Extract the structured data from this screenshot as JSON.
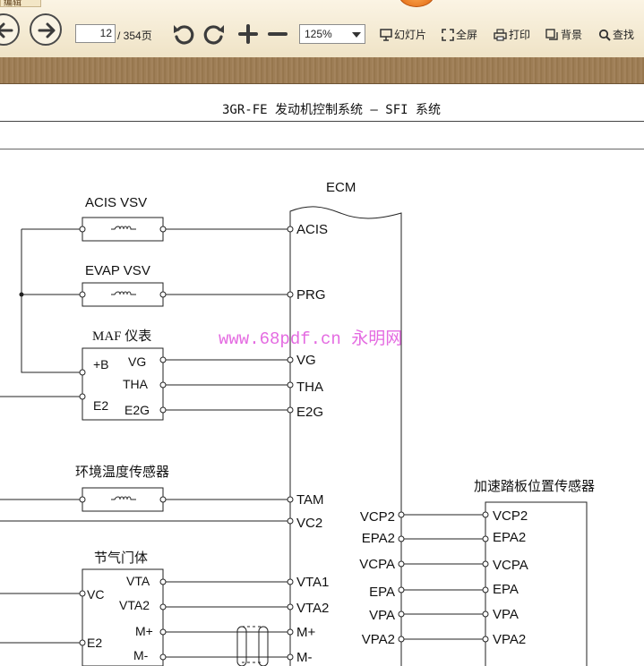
{
  "toolbar": {
    "menu_tab": "编辑",
    "current_page": "12",
    "total_pages": "/ 354页",
    "zoom": "125%",
    "slideshow": "幻灯片",
    "fullscreen": "全屏",
    "print": "打印",
    "background": "背景",
    "find": "查找"
  },
  "document": {
    "title": "3GR-FE 发动机控制系统 – SFI 系统",
    "watermark": "www.68pdf.cn 永明网",
    "ecm_label": "ECM",
    "components": {
      "acis_vsv": "ACIS VSV",
      "evap_vsv": "EVAP VSV",
      "maf": "MAF 仪表",
      "ambient_temp": "环境温度传感器",
      "throttle_body": "节气门体",
      "accel_pedal": "加速踏板位置传感器"
    },
    "maf_pins": {
      "pB": "+B",
      "vg": "VG",
      "tha": "THA",
      "e2": "E2",
      "e2g": "E2G"
    },
    "throttle_pins": {
      "vc": "VC",
      "vta": "VTA",
      "vta2": "VTA2",
      "e2": "E2",
      "mplus": "M+",
      "mminus": "M-"
    },
    "ecm_left_pins": [
      "ACIS",
      "PRG",
      "VG",
      "THA",
      "E2G",
      "TAM",
      "VC2",
      "VTA1",
      "VTA2",
      "M+",
      "M-"
    ],
    "ecm_right_pins": [
      "VCP2",
      "EPA2",
      "VCPA",
      "EPA",
      "VPA",
      "VPA2"
    ],
    "pedal_pins": [
      "VCP2",
      "EPA2",
      "VCPA",
      "EPA",
      "VPA",
      "VPA2"
    ]
  }
}
